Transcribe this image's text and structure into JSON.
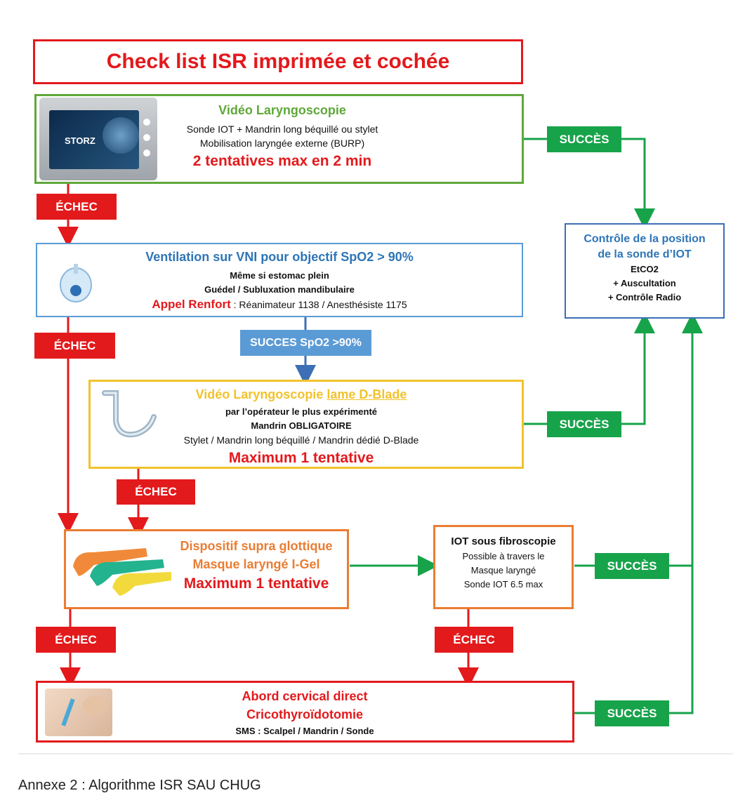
{
  "title": "Check list ISR imprimée et cochée",
  "step1": {
    "heading": "Vidéo Laryngoscopie",
    "line1": "Sonde IOT +  Mandrin long béquillé ou stylet",
    "line2": "Mobilisation laryngée externe (BURP)",
    "emphasis": "2 tentatives max en 2 min",
    "device_brand": "STORZ"
  },
  "step2": {
    "heading": "Ventilation sur VNI pour objectif SpO2 > 90%",
    "line1": "Même si estomac plein",
    "line2": "Guédel / Subluxation mandibulaire",
    "appel_label": "Appel Renfort",
    "appel_text": " : Réanimateur 1138 / Anesthésiste 1175"
  },
  "step3": {
    "heading_plain": "Vidéo Laryngoscopie ",
    "heading_underlined": "lame D-Blade",
    "line1": "par l’opérateur le plus expérimenté",
    "line2": "Mandrin OBLIGATOIRE",
    "line3": "Stylet / Mandrin long béquillé / Mandrin dédié D-Blade",
    "emphasis": "Maximum 1 tentative"
  },
  "step4": {
    "heading1": "Dispositif supra glottique",
    "heading2": "Masque laryngé I-Gel",
    "emphasis": "Maximum 1 tentative"
  },
  "fibro": {
    "heading": "IOT sous fibroscopie",
    "line1": "Possible à travers le",
    "line2": "Masque laryngé",
    "line3": "Sonde IOT 6.5 max"
  },
  "step5": {
    "heading1": "Abord cervical direct",
    "heading2": "Cricothyroïdotomie",
    "line1": "SMS : Scalpel / Mandrin / Sonde"
  },
  "control": {
    "heading1": "Contrôle de la position",
    "heading2": "de la sonde d’IOT",
    "line1": "EtCO2",
    "line2": "+ Auscultation",
    "line3": "+ Contrôle Radio"
  },
  "labels": {
    "echec": "ÉCHEC",
    "succes": "SUCCÈS",
    "succes_spo2": "SUCCES SpO2 >90%"
  },
  "caption": "Annexe 2 : Algorithme ISR SAU CHUG",
  "colors": {
    "red": "#e3191c",
    "green": "#17a34a",
    "blue": "#5b9bd5",
    "yellow": "#f2c22c",
    "orange": "#ea7d32",
    "navy": "#3c6fb5"
  }
}
